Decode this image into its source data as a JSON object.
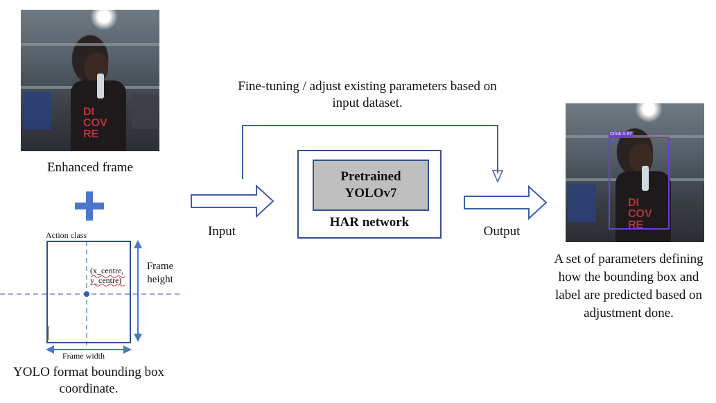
{
  "enhanced_frame": {
    "caption": "Enhanced frame"
  },
  "bbox_diagram": {
    "action_class": "Action class",
    "centre_label": "(x_centre, y_centre)",
    "frame_height": "Frame height",
    "frame_width": "Frame width",
    "caption": "YOLO format bounding box coordinate."
  },
  "finetune_note": "Fine-tuning / adjust existing parameters based on input dataset.",
  "input_label": "Input",
  "output_label": "Output",
  "network": {
    "inner_label": "Pretrained YOLOv7",
    "outer_label": "HAR network"
  },
  "output_frame": {
    "detection_tag": "Drink 0.97"
  },
  "output_caption": "A set of parameters defining how the bounding box and label are predicted based on adjustment done.",
  "colors": {
    "arrow_blue": "#3d5ea6",
    "plus_blue": "#4a77c9",
    "box_border": "#2f4f8f",
    "inner_box_fill": "#bfbfbf",
    "detection_purple": "#6a3ddb"
  }
}
